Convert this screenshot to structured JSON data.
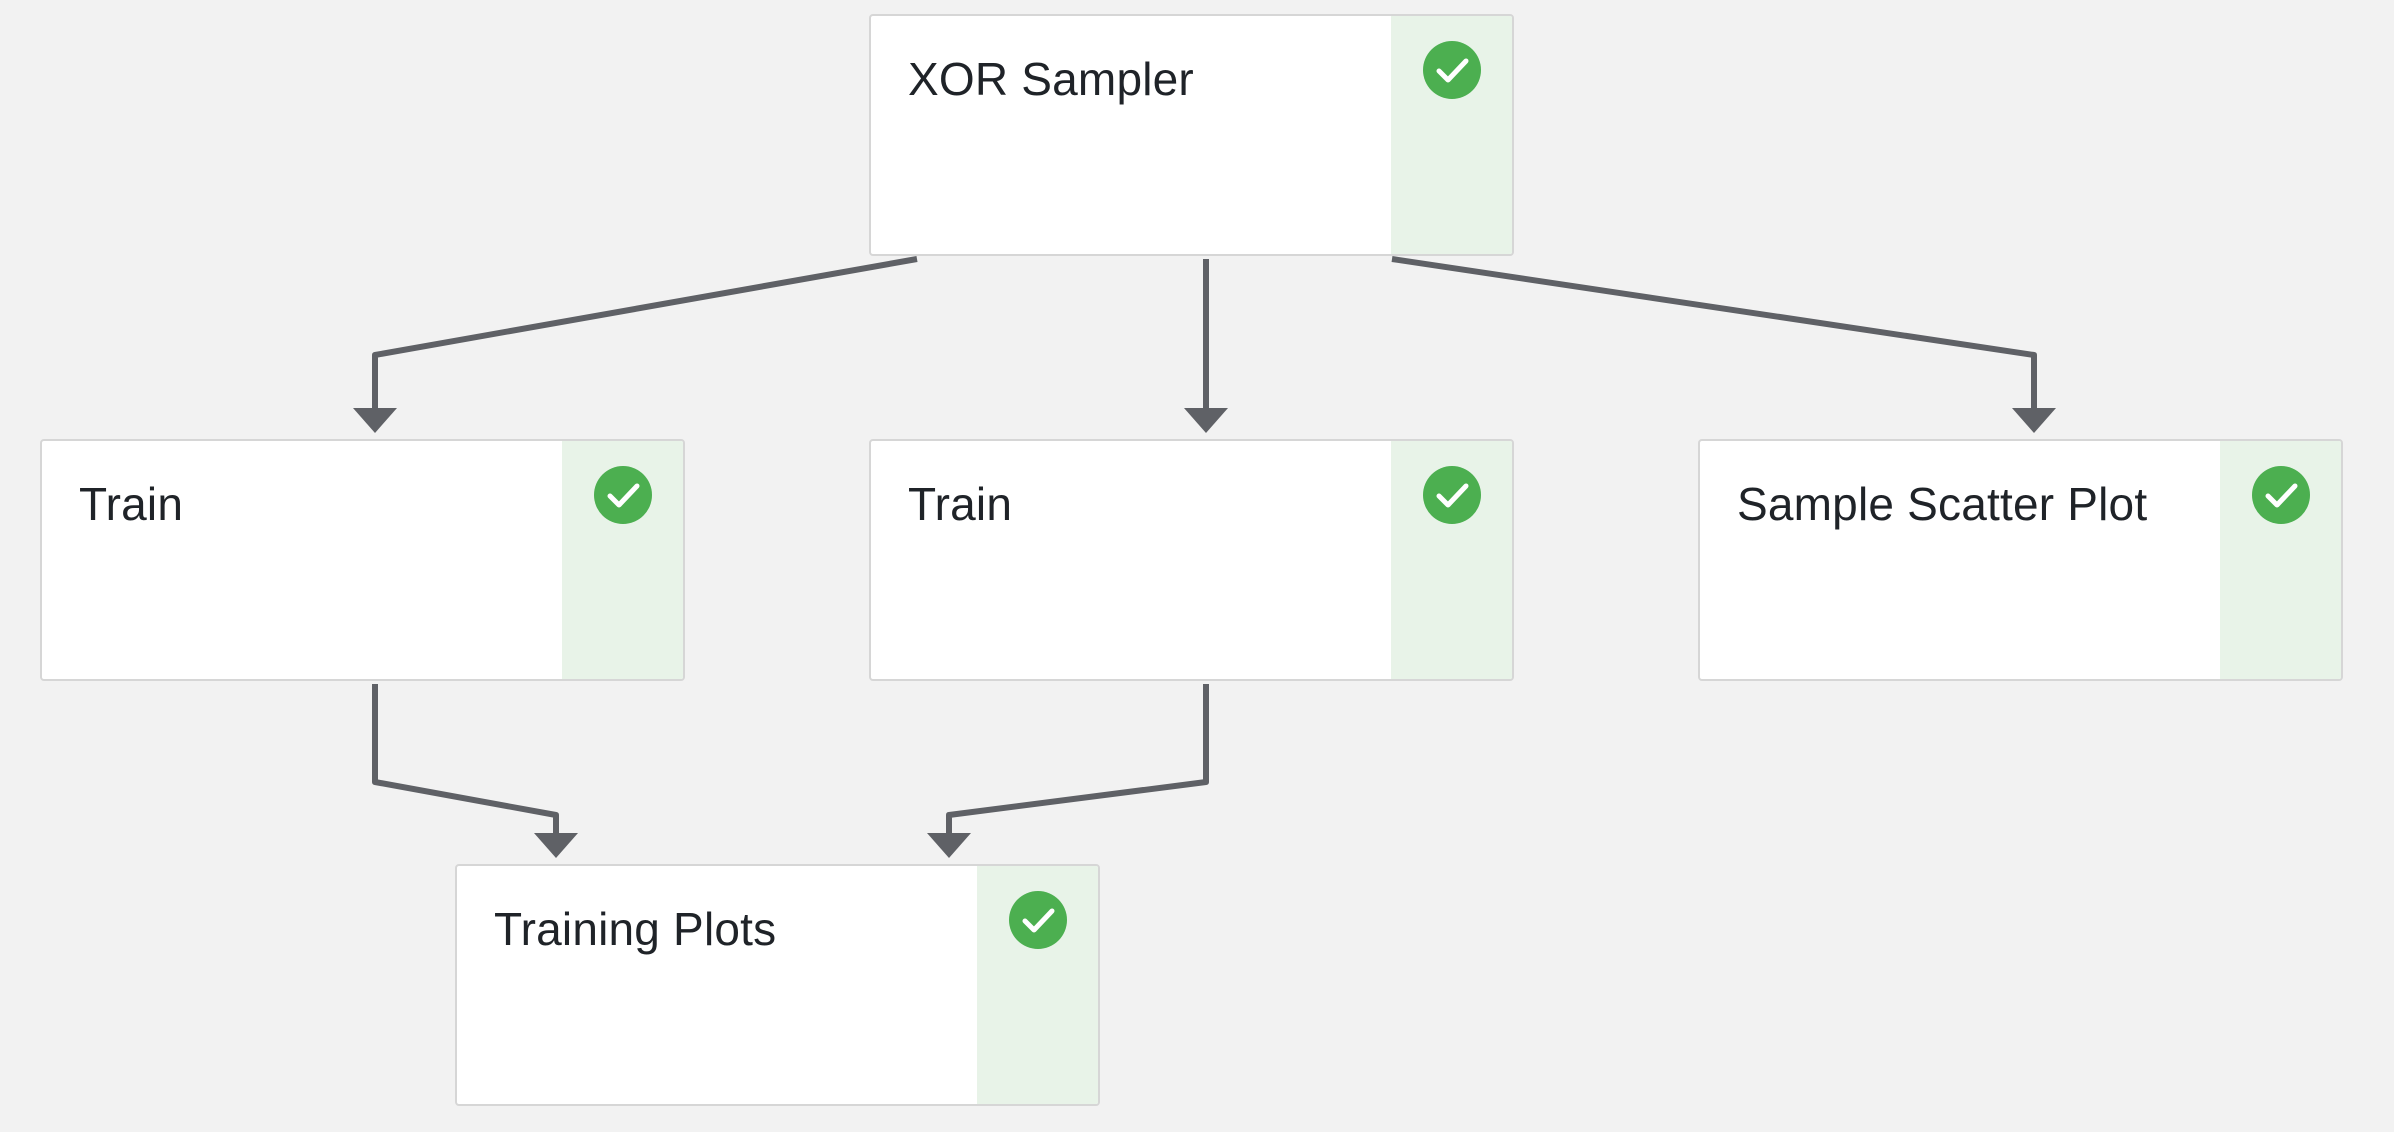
{
  "colors": {
    "background": "#f2f2f2",
    "node_background": "#ffffff",
    "node_border": "#d6d6d6",
    "status_panel": "#e8f3e8",
    "success": "#4caf50",
    "edge": "#5f6166",
    "title_text": "#1f2328"
  },
  "nodes": {
    "xor_sampler": {
      "title": "XOR Sampler",
      "status_icon": "check-circle-icon",
      "status": "success"
    },
    "train_1": {
      "title": "Train",
      "status_icon": "check-circle-icon",
      "status": "success"
    },
    "train_2": {
      "title": "Train",
      "status_icon": "check-circle-icon",
      "status": "success"
    },
    "sample_scatter_plot": {
      "title": "Sample Scatter Plot",
      "status_icon": "check-circle-icon",
      "status": "success"
    },
    "training_plots": {
      "title": "Training Plots",
      "status_icon": "check-circle-icon",
      "status": "success"
    }
  },
  "edges": [
    {
      "from": "xor_sampler",
      "to": "train_1"
    },
    {
      "from": "xor_sampler",
      "to": "train_2"
    },
    {
      "from": "xor_sampler",
      "to": "sample_scatter_plot"
    },
    {
      "from": "train_1",
      "to": "training_plots"
    },
    {
      "from": "train_2",
      "to": "training_plots"
    }
  ]
}
